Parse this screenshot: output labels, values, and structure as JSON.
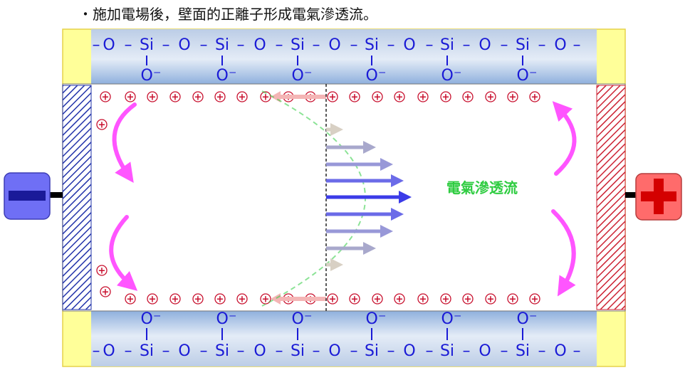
{
  "caption": "・施加電場後，壁面的正離子形成電氣滲透流。",
  "flow_label": "電氣滲透流",
  "wall": {
    "atom_o": "O",
    "atom_si": "Si",
    "anion": "O⁻",
    "cation": "+",
    "bond": "–",
    "bond_vertical": "|"
  },
  "electrodes": {
    "negative_symbol": "−",
    "positive_symbol": "+"
  },
  "colors": {
    "glass_top": "#a9c2e3",
    "glass_mid": "#dde7f5",
    "frame_yellow": "#ffff99",
    "text_blue": "#1a1ad6",
    "cation_red": "#c8102e",
    "flow_green": "#2ecc40",
    "circulation_pink": "#ff55ff",
    "electrode_negative": "#6f6ff5",
    "electrode_positive": "#ff6b6b",
    "velocity_arrow_center": "#3b3be8",
    "velocity_arrow_edge": "#b0b0cc"
  }
}
